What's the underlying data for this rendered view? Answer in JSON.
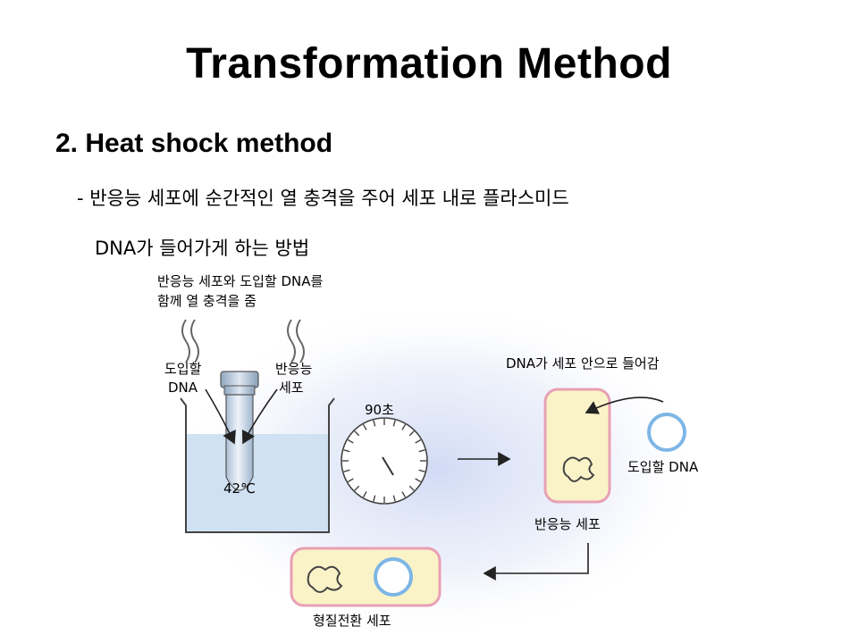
{
  "title": "Transformation Method",
  "subtitle": "2. Heat shock method",
  "description": {
    "line1": "- 반응능 세포에 순간적인 열 충격을 주어 세포 내로 플라스미드",
    "line2": "DNA가 들어가게 하는 방법"
  },
  "figure": {
    "step1_caption_line1": "반응능 세포와 도입할 DNA를",
    "step1_caption_line2": "함께 열 충격을 줌",
    "label_dna_line1": "도입할",
    "label_dna_line2": "DNA",
    "label_cells_line1": "반응능",
    "label_cells_line2": "세포",
    "temperature": "42℃",
    "timer_label": "90초",
    "dna_enters_caption": "DNA가 세포 안으로 들어감",
    "plasmid_label": "도입할  DNA",
    "competent_cell_label": "반응능  세포",
    "transformed_cell_label": "형질전환  세포",
    "colors": {
      "cell_fill": "#fbf3c8",
      "cell_border": "#e8a0b4",
      "plasmid": "#7db6e6",
      "water": "#cfe1f2",
      "glow": "#dfe6f8"
    }
  }
}
